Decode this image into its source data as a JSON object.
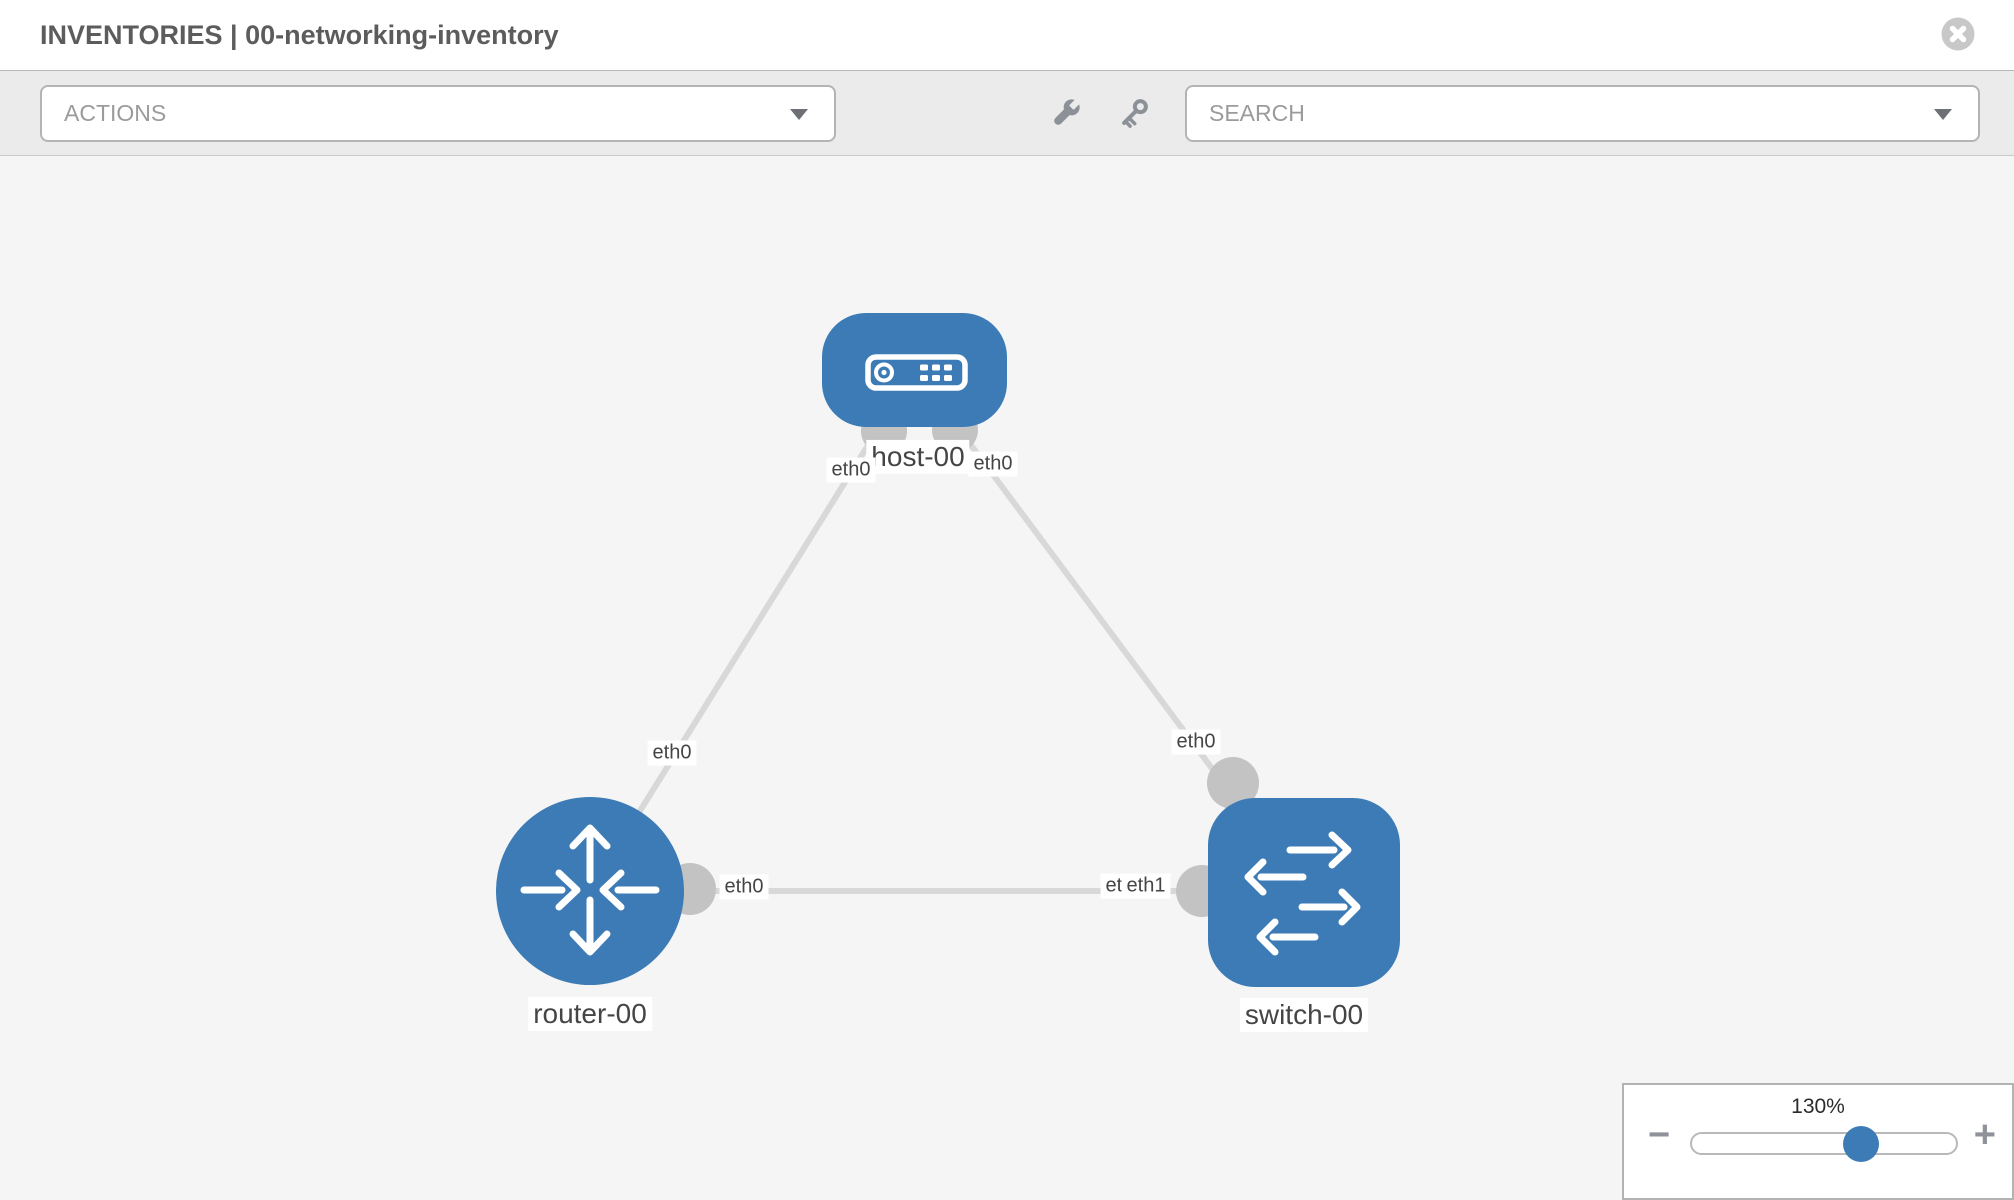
{
  "header": {
    "title": "INVENTORIES | 00-networking-inventory"
  },
  "toolbar": {
    "actions_label": "ACTIONS",
    "search_label": "SEARCH",
    "icons": [
      "wrench-icon",
      "key-icon"
    ]
  },
  "canvas": {
    "nodes": [
      {
        "id": "host-00",
        "label": "host-00",
        "type": "host"
      },
      {
        "id": "router-00",
        "label": "router-00",
        "type": "router"
      },
      {
        "id": "switch-00",
        "label": "switch-00",
        "type": "switch"
      }
    ],
    "links": [
      {
        "source": "host-00",
        "source_interface": "eth0",
        "target": "router-00",
        "target_interface": "eth0"
      },
      {
        "source": "host-00",
        "source_interface": "eth0",
        "target": "switch-00",
        "target_interface": "eth0"
      },
      {
        "source": "router-00",
        "source_interface": "eth0",
        "target": "switch-00",
        "target_interface": "eth1",
        "occluded_target_interface": "eth0"
      }
    ]
  },
  "zoom": {
    "level": "130%",
    "minus": "−",
    "plus": "+",
    "percent": 65
  },
  "colors": {
    "node_blue": "#3c7bb5",
    "link_gray": "#d8d8d8",
    "port_gray": "#c3c3c3",
    "canvas_bg": "#f5f5f5"
  }
}
